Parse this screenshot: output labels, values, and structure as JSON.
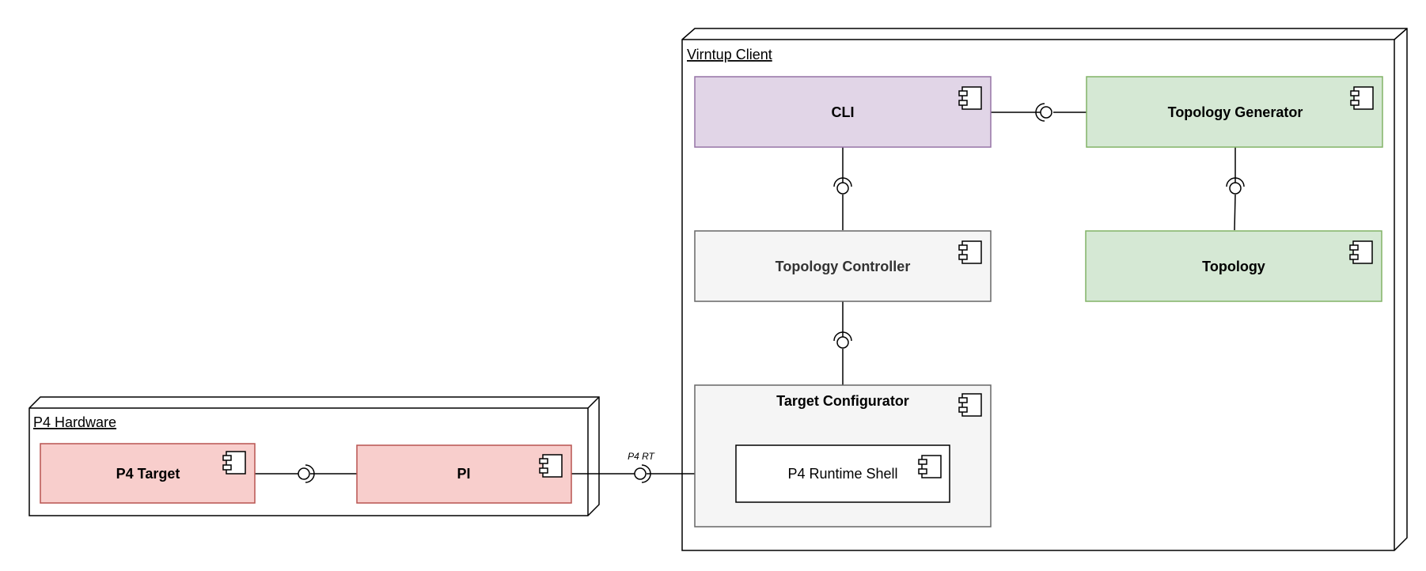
{
  "diagram": {
    "nodes": {
      "virtup_client": {
        "title": "Virntup Client"
      },
      "p4_hardware": {
        "title": "P4 Hardware"
      },
      "cli": {
        "label": "CLI",
        "fill": "#e1d5e7",
        "stroke": "#9673a6"
      },
      "topology_generator": {
        "label": "Topology Generator",
        "fill": "#d5e8d4",
        "stroke": "#82b366"
      },
      "topology_controller": {
        "label": "Topology Controller",
        "fill": "#f5f5f5",
        "stroke": "#666666"
      },
      "topology": {
        "label": "Topology",
        "fill": "#d5e8d4",
        "stroke": "#82b366"
      },
      "target_configurator": {
        "label": "Target Configurator",
        "fill": "#f5f5f5",
        "stroke": "#666666"
      },
      "p4_runtime_shell": {
        "label": "P4 Runtime Shell",
        "fill": "#ffffff",
        "stroke": "#000000"
      },
      "p4_target": {
        "label": "P4 Target",
        "fill": "#f8cecc",
        "stroke": "#b85450"
      },
      "pi": {
        "label": "PI",
        "fill": "#f8cecc",
        "stroke": "#b85450"
      }
    },
    "edges": {
      "pi_to_shell": {
        "label": "P4 RT"
      }
    }
  }
}
